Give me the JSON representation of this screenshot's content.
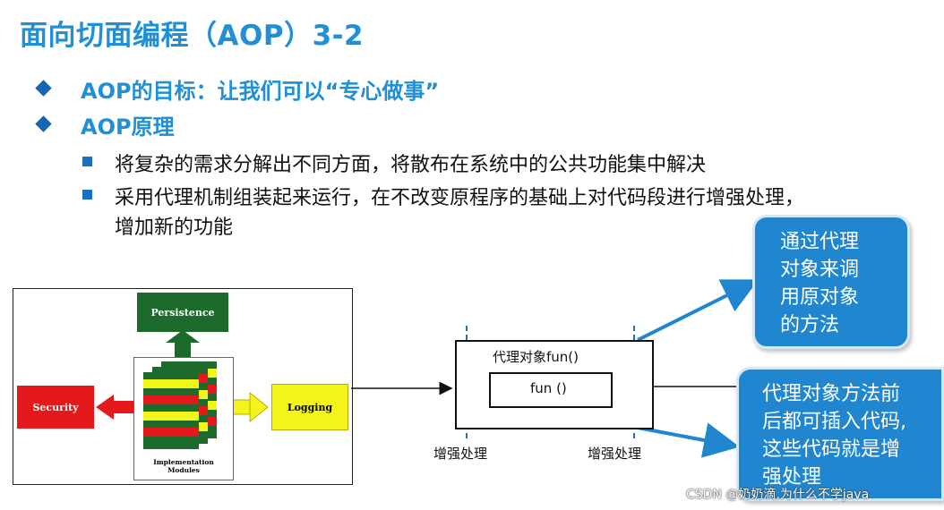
{
  "slide": {
    "title": "面向切面编程（AOP）3-2",
    "bullets": [
      {
        "text": "AOP的目标：让我们可以“专心做事”"
      },
      {
        "text": "AOP原理"
      }
    ],
    "sub_bullets": [
      {
        "text": "将复杂的需求分解出不同方面，将散布在系统中的公共功能集中解决"
      },
      {
        "line1": "采用代理机制组装起来运行，在不改变原程序的基础上对代码段进行增强处理，",
        "line2": "增加新的功能"
      }
    ]
  },
  "aop_diagram": {
    "persistence": "Persistence",
    "security": "Security",
    "logging": "Logging",
    "implementation": "Implementation",
    "modules": "Modules",
    "colors": {
      "green": "#1d6b2c",
      "red": "#e5191c",
      "yellow": "#f3f51a"
    }
  },
  "proxy_diagram": {
    "proxy_label": "代理对象fun()",
    "fun_label": "fun ()",
    "enhance_left": "增强处理",
    "enhance_right": "增强处理"
  },
  "callouts": {
    "top": [
      "通过代理",
      "对象来调",
      "用原对象",
      "的方法"
    ],
    "bottom": [
      "代理对象方法前",
      "后都可插入代码,",
      "这些代码就是增",
      "强处理"
    ]
  },
  "watermark": "CSDN @奶奶滴,为什么不学java"
}
